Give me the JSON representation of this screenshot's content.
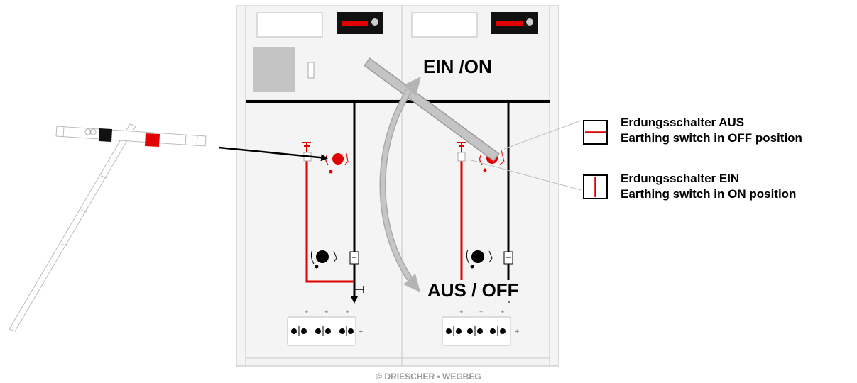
{
  "labels": {
    "on": "EIN /ON",
    "off": "AUS / OFF"
  },
  "legend": [
    {
      "line1": "Erdungsschalter AUS",
      "line2": "Earthing switch in OFF position",
      "state": "off"
    },
    {
      "line1": "Erdungsschalter EIN",
      "line2": "Earthing switch in ON position",
      "state": "on"
    }
  ],
  "footer": "© DRIESCHER • WEGBEG",
  "colors": {
    "accent": "#ff0000",
    "indicator_red": "#e00000",
    "panel_fill": "#f2f2f2",
    "arrow_gray": "#bdbdbd",
    "line": "#000000"
  },
  "icons": [
    "operating-lever-icon",
    "earthing-switch-icon",
    "fuse-icon",
    "ground-icon",
    "indicator-lamp-icon"
  ]
}
